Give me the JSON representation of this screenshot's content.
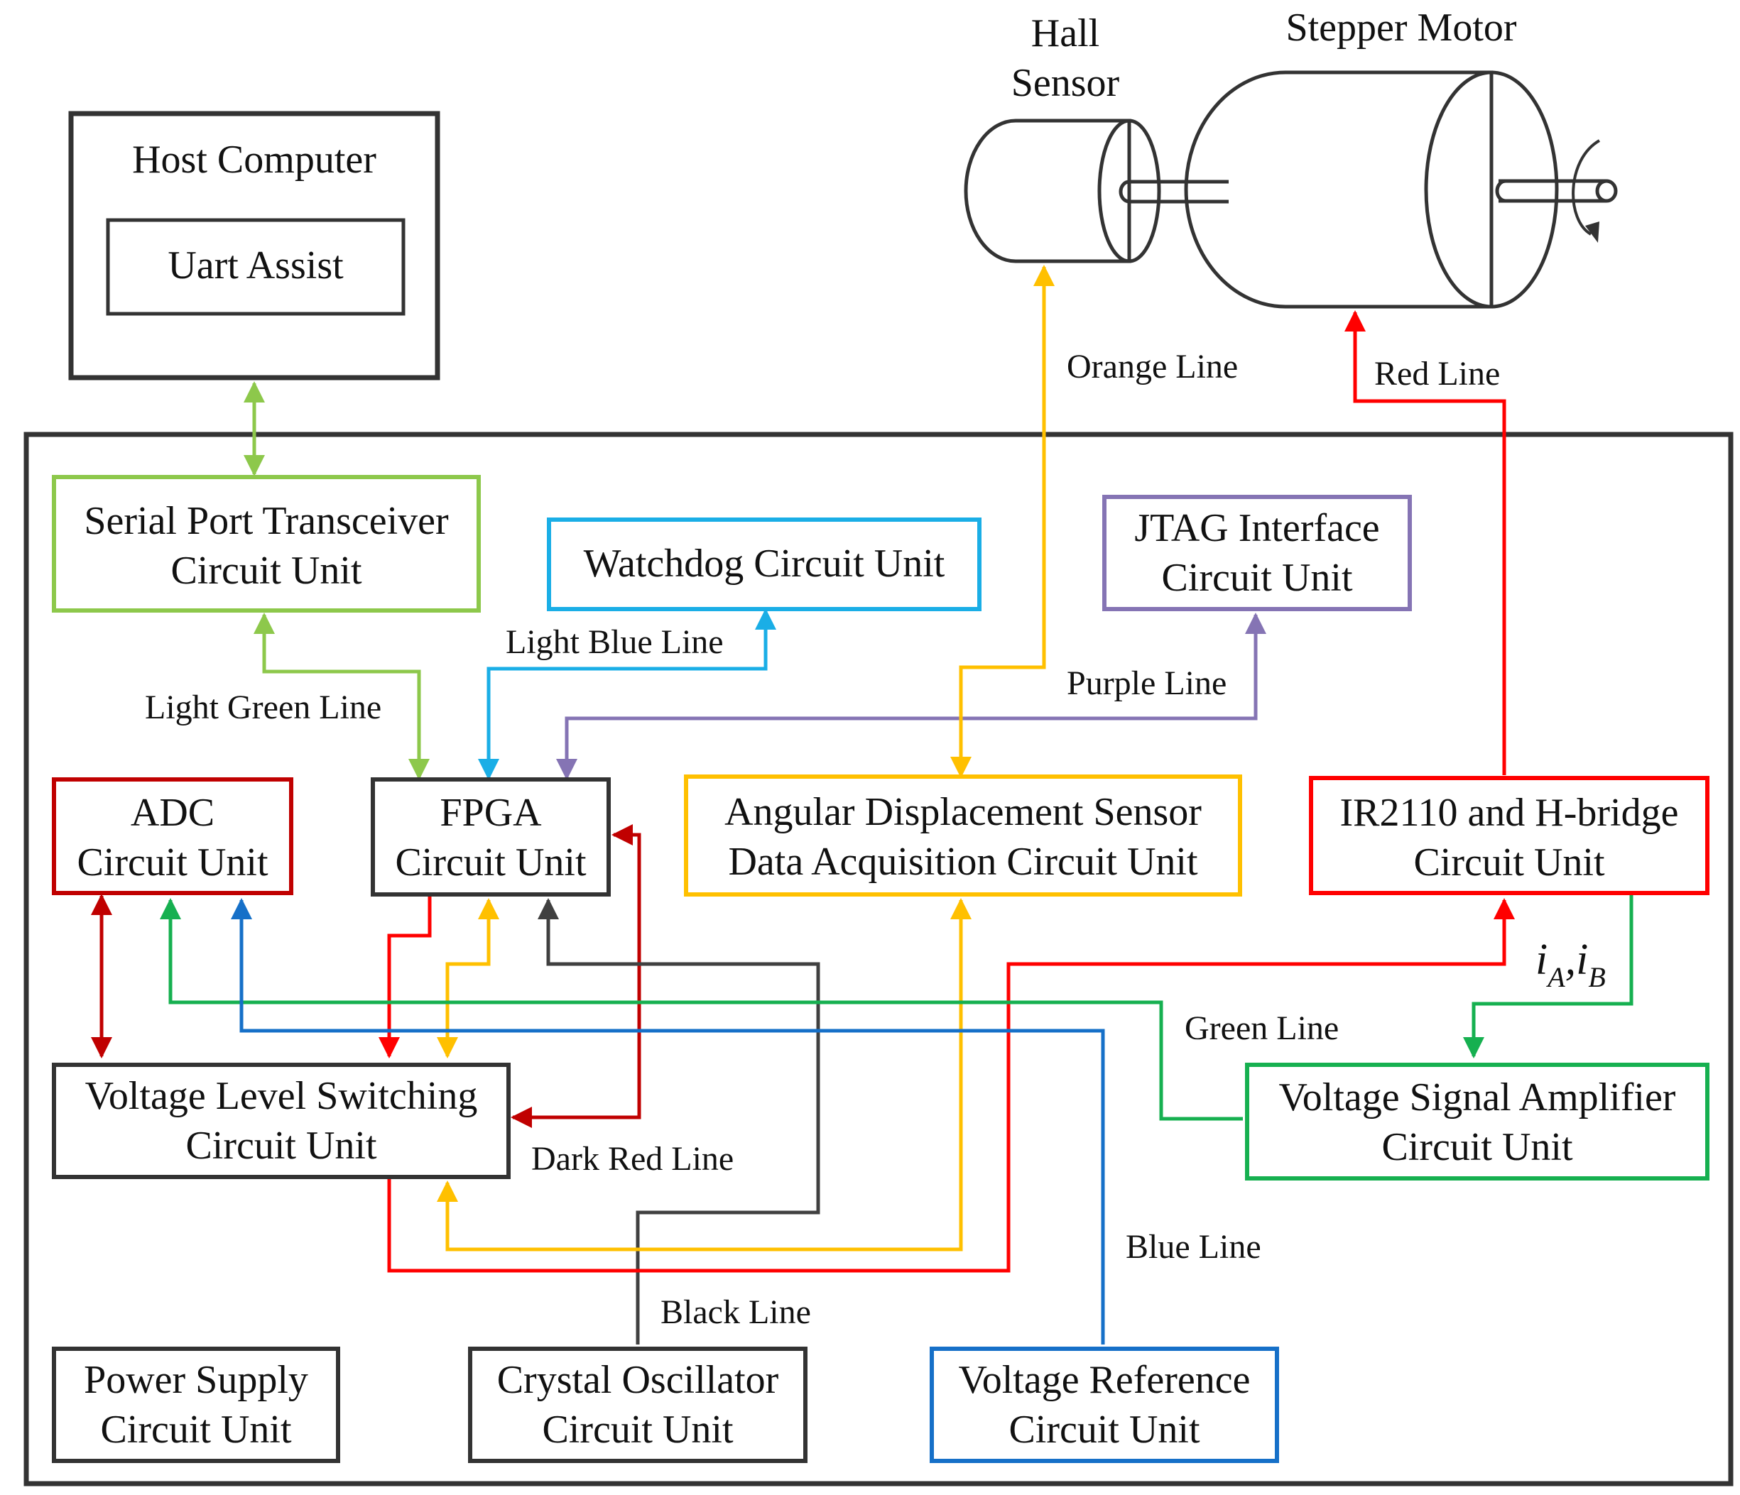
{
  "colors": {
    "light_green": "#8DC84B",
    "light_blue": "#1AAEE6",
    "purple": "#8574B4",
    "orange": "#FFC000",
    "red": "#FF0000",
    "dark_red": "#C00000",
    "green": "#16B050",
    "blue": "#1670C8",
    "black": "#404040",
    "frame": "#333333"
  },
  "host": {
    "title": "Host Computer",
    "inner": "Uart Assist"
  },
  "hall_sensor": {
    "line1": "Hall",
    "line2": "Sensor"
  },
  "stepper_motor": {
    "label": "Stepper Motor"
  },
  "units": {
    "serial": {
      "line1": "Serial Port Transceiver",
      "line2": "Circuit Unit"
    },
    "watchdog": {
      "line1": "Watchdog Circuit Unit"
    },
    "jtag": {
      "line1": "JTAG Interface",
      "line2": "Circuit Unit"
    },
    "adc": {
      "line1": "ADC",
      "line2": "Circuit Unit"
    },
    "fpga": {
      "line1": "FPGA",
      "line2": "Circuit Unit"
    },
    "angular": {
      "line1": "Angular Displacement Sensor",
      "line2": "Data Acquisition Circuit Unit"
    },
    "ir2110": {
      "line1": "IR2110 and H-bridge",
      "line2": "Circuit Unit"
    },
    "voltage_level": {
      "line1": "Voltage Level Switching",
      "line2": "Circuit Unit"
    },
    "amplifier": {
      "line1": "Voltage Signal Amplifier",
      "line2": "Circuit Unit"
    },
    "power": {
      "line1": "Power Supply",
      "line2": "Circuit Unit"
    },
    "crystal": {
      "line1": "Crystal Oscillator",
      "line2": "Circuit Unit"
    },
    "vref": {
      "line1": "Voltage Reference",
      "line2": "Circuit Unit"
    }
  },
  "lines": {
    "orange": "Orange Line",
    "red": "Red Line",
    "light_green": "Light Green Line",
    "light_blue": "Light Blue Line",
    "purple": "Purple Line",
    "green": "Green Line",
    "dark_red": "Dark Red Line",
    "blue": "Blue Line",
    "black": "Black Line"
  },
  "current_label": {
    "i": "i",
    "a": "A",
    "sep": ",",
    "b": "B"
  }
}
